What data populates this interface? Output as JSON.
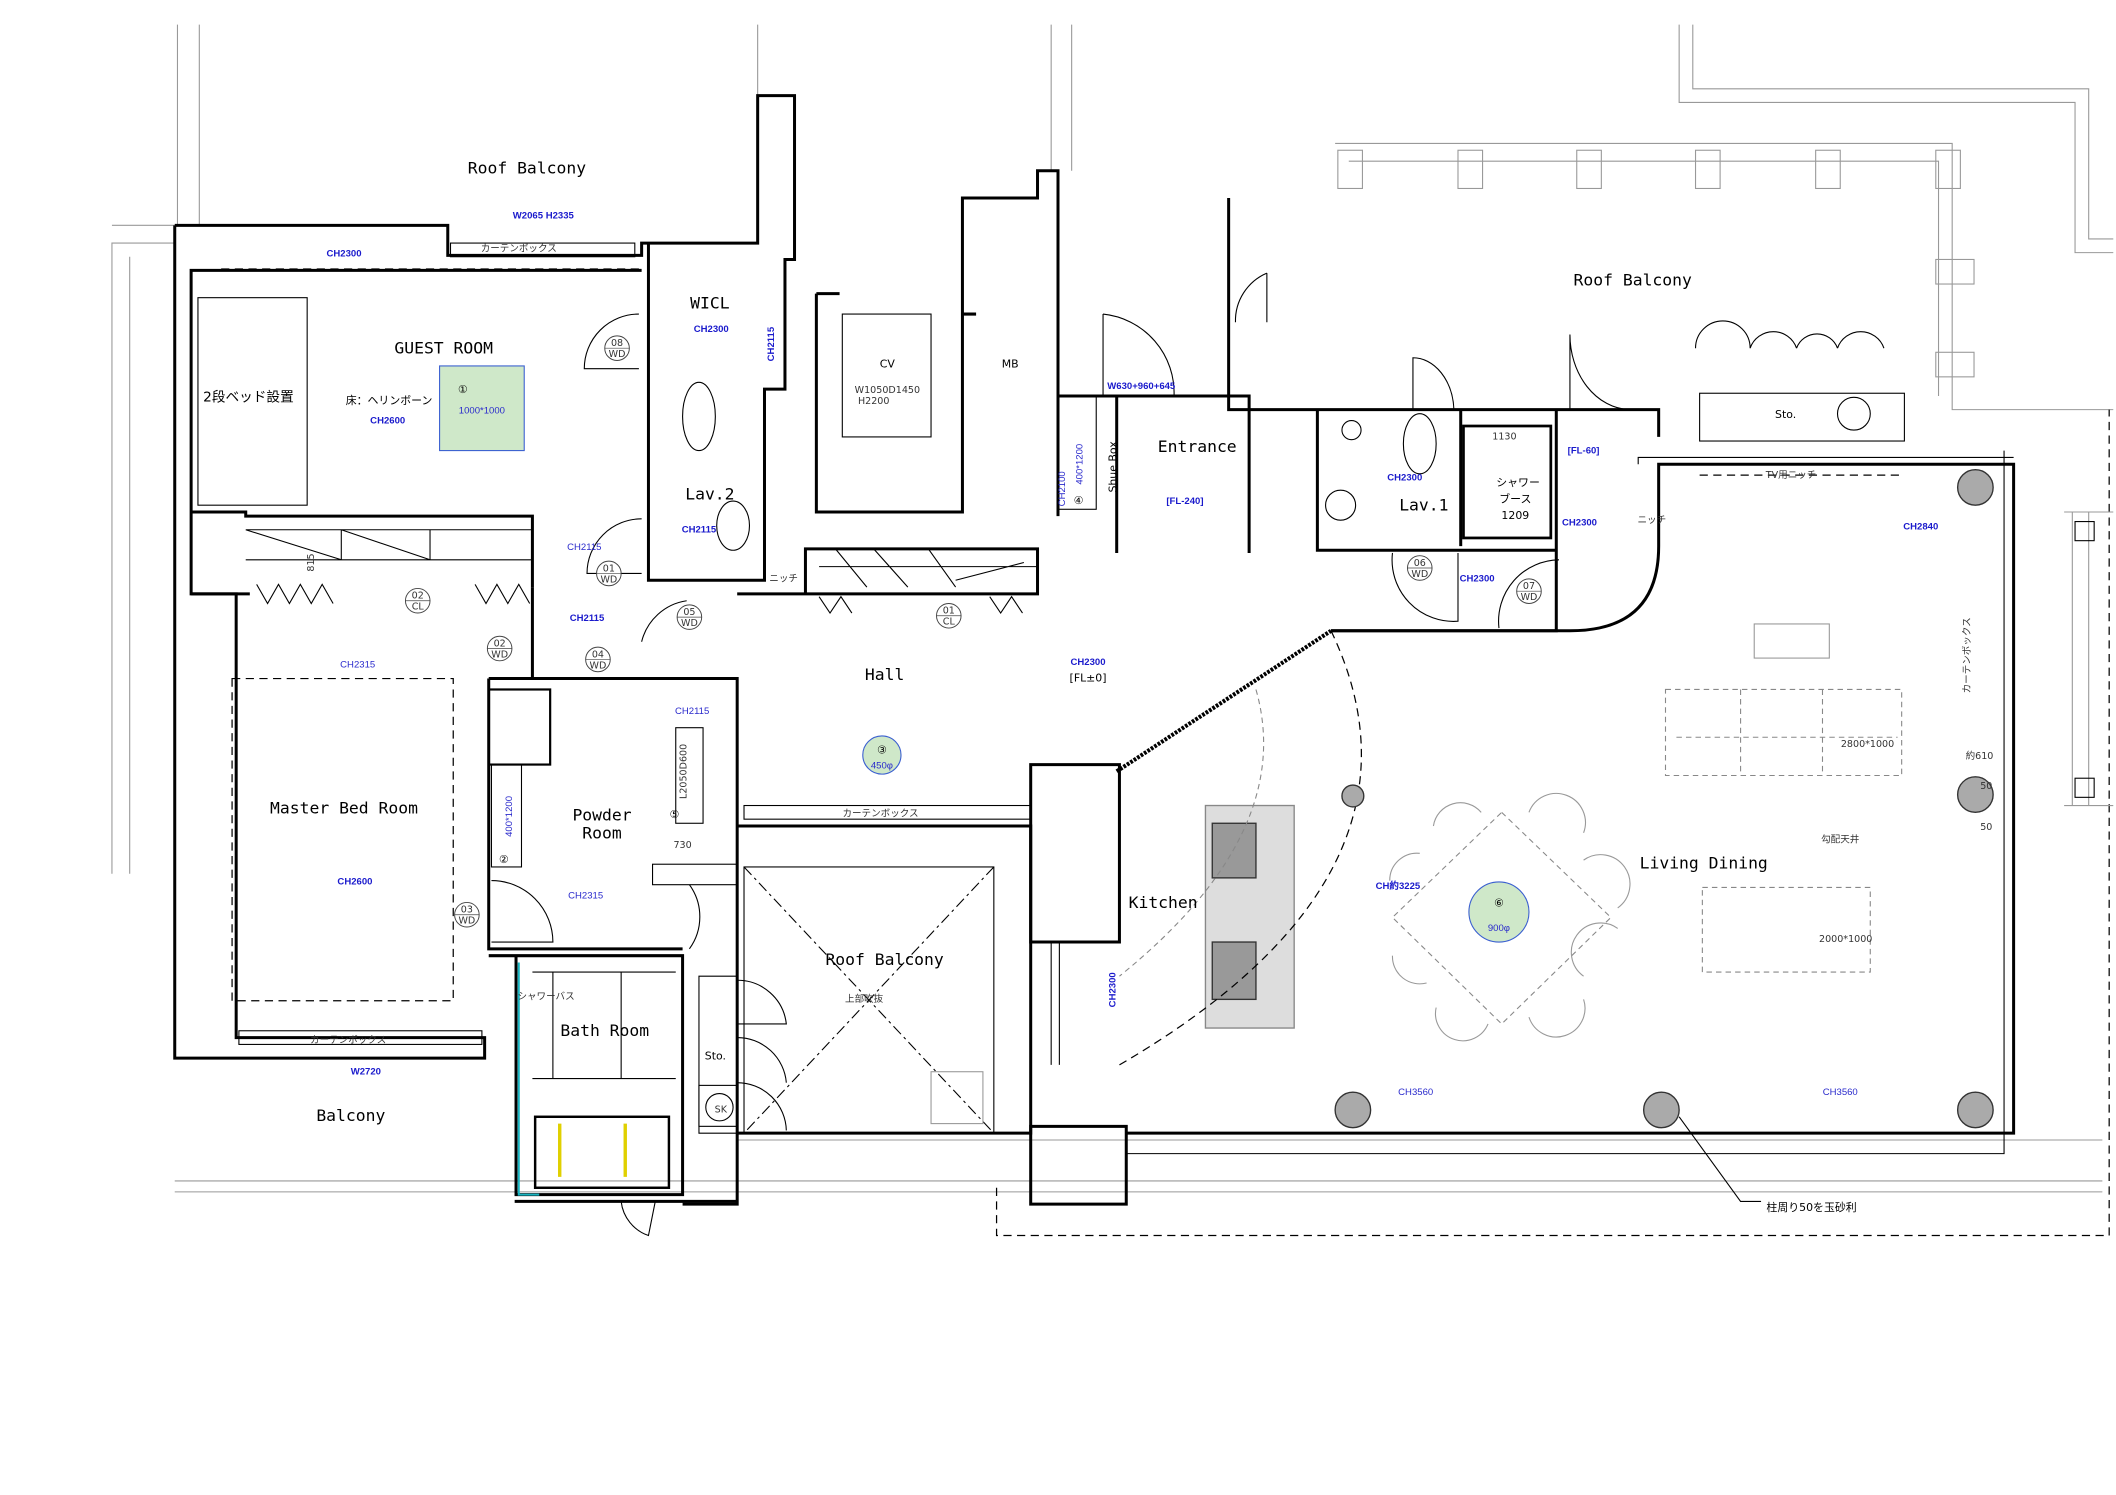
{
  "rooms": {
    "roof_balcony_north": "Roof Balcony",
    "roof_balcony_east": "Roof Balcony",
    "roof_balcony_center": "Roof Balcony",
    "guest_room": "GUEST ROOM",
    "wicl": "WICL",
    "lav2": "Lav.2",
    "cv": "CV",
    "mb": "MB",
    "shoe_box": "Shue Box",
    "entrance": "Entrance",
    "lav1": "Lav.1",
    "hall": "Hall",
    "master_bed_room": "Master Bed Room",
    "powder_room_1": "Powder",
    "powder_room_2": "Room",
    "bath_room": "Bath Room",
    "balcony": "Balcony",
    "kitchen": "Kitchen",
    "living_dining": "Living Dining",
    "storage_east": "Sto.",
    "storage_bath": "Sto.",
    "sink": "SK"
  },
  "notes": {
    "bunk_bed": "2段ベッド設置",
    "floor_herringbone": "床：ヘリンボーン",
    "cv_size_1": "W1050D1450",
    "cv_size_2": "H2200",
    "shower_booth_1": "シャワー",
    "shower_booth_2": "ブース",
    "shower_booth_3": "1209",
    "shower_bath": "シャワーバス",
    "curtain_box_guest": "カーテンボックス",
    "curtain_box_master": "カーテンボックス",
    "curtain_box_hall": "カーテンボックス",
    "curtain_box_living": "カーテンボックス",
    "open_above": "上部吹抜",
    "sloped_ceiling": "勾配天井",
    "approx_610": "約610",
    "dim_50a": "50",
    "dim_50b": "50",
    "gravel_note": "柱周り50を玉砂利",
    "niche_1": "ニッチ",
    "niche_2": "ニッチ",
    "tv_niche": "TV用ニッチ",
    "dim_815": "815",
    "dim_730": "730",
    "dim_1130": "1130",
    "vanity_size": "L2050D600",
    "sofa_size": "2800*1000",
    "rug_size": "2000*1000",
    "guest_rug": "1000*1000",
    "light_3": "450φ",
    "light_6": "900φ",
    "shoebox_size": "400*1200",
    "powder_size": "400*1200"
  },
  "dimensions": {
    "guest_window": "W2065 H2335",
    "entrance_door": "W630+960+645",
    "master_window": "W2720"
  },
  "ceiling_heights": {
    "guest_top": "CH2300",
    "guest": "CH2600",
    "wicl": "CH2300",
    "wicl_side": "CH2115",
    "lav2": "CH2115",
    "corridor_1": "CH2115",
    "corridor_2": "CH2115",
    "master": "CH2315",
    "master_center": "CH2600",
    "powder_top": "CH2115",
    "powder": "CH2315",
    "shoebox": "CH2100",
    "hall": "CH2300",
    "hall_fl": "[FL±0]",
    "entrance_fl": "[FL-240]",
    "lav1": "CH2300",
    "lav1_fl": "[FL-60]",
    "lav1_side": "CH2300",
    "lav_corridor": "CH2300",
    "living_ne": "CH2840",
    "kitchen": "CH2300",
    "dining": "CH約3225",
    "living_s1": "CH3560",
    "living_s2": "CH3560"
  },
  "door_tags": [
    {
      "num": "08",
      "type": "WD"
    },
    {
      "num": "01",
      "type": "WD"
    },
    {
      "num": "02",
      "type": "CL"
    },
    {
      "num": "02",
      "type": "WD"
    },
    {
      "num": "04",
      "type": "WD"
    },
    {
      "num": "05",
      "type": "WD"
    },
    {
      "num": "01",
      "type": "CL"
    },
    {
      "num": "06",
      "type": "WD"
    },
    {
      "num": "07",
      "type": "WD"
    },
    {
      "num": "03",
      "type": "WD"
    }
  ],
  "markers": [
    "①",
    "②",
    "③",
    "④",
    "⑤",
    "⑥"
  ]
}
